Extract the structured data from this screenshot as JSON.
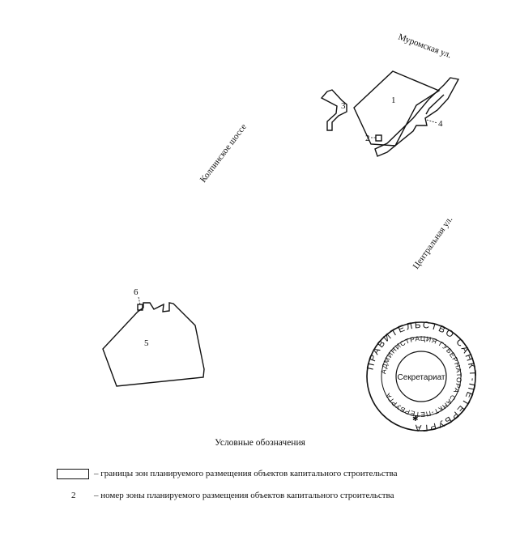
{
  "streets": {
    "muromskaya": "Муромская ул.",
    "kolpinskoe": "Колпинское шоссе",
    "tsentralnaya": "Центральная ул."
  },
  "zones": [
    {
      "id": "1",
      "label": "1"
    },
    {
      "id": "2",
      "label": "2"
    },
    {
      "id": "3",
      "label": "3"
    },
    {
      "id": "4",
      "label": "4"
    },
    {
      "id": "5",
      "label": "5"
    },
    {
      "id": "6",
      "label": "6"
    }
  ],
  "seal": {
    "outer_text": "ПРАВИТЕЛЬСТВО САНКТ-ПЕТЕРБУРГА",
    "inner_text": "АДМИНИСТРАЦИЯ ГУБЕРНАТОРА САНКТ-ПЕТЕРБУРГА",
    "center_text": "Секретариат"
  },
  "legend": {
    "title": "Условные обозначения",
    "boundary_text": "– границы зон планируемого размещения объектов капитального строительства",
    "number_sample": "2",
    "number_text": "– номер зоны планируемого размещения объектов капитального строительства"
  },
  "colors": {
    "ink": "#111111",
    "background": "#ffffff"
  }
}
